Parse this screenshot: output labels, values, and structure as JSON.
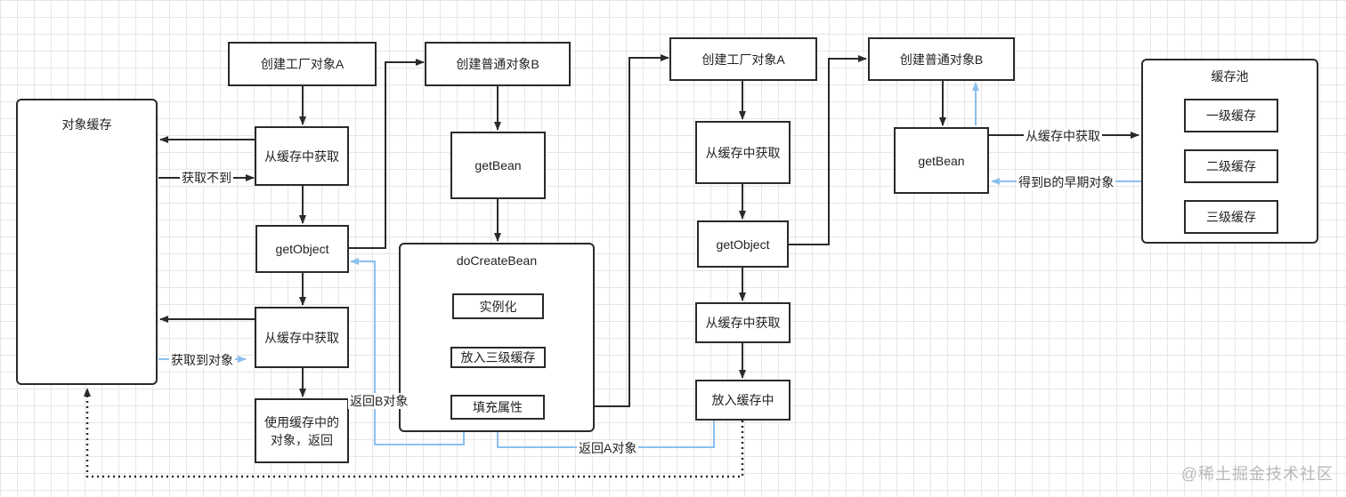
{
  "object_cache": {
    "title": "对象缓存"
  },
  "chain_a": {
    "create_factory_a": "创建工厂对象A",
    "get_from_cache_1": "从缓存中获取",
    "get_object": "getObject",
    "get_from_cache_2": "从缓存中获取",
    "use_cached": "使用缓存中的\n对象，返回"
  },
  "chain_b": {
    "create_normal_b": "创建普通对象B",
    "get_bean": "getBean",
    "do_create_bean": {
      "title": "doCreateBean",
      "instantiate": "实例化",
      "put_level3": "放入三级缓存",
      "fill_props": "填充属性"
    }
  },
  "chain_a2": {
    "create_factory_a": "创建工厂对象A",
    "get_from_cache_1": "从缓存中获取",
    "get_object": "getObject",
    "get_from_cache_2": "从缓存中获取",
    "put_into_cache": "放入缓存中"
  },
  "chain_b2": {
    "create_normal_b": "创建普通对象B",
    "get_bean": "getBean"
  },
  "cache_pool": {
    "title": "缓存池",
    "levels": [
      "一级缓存",
      "二级缓存",
      "三级缓存"
    ]
  },
  "edge_labels": {
    "not_found": "获取不到",
    "found_object": "获取到对象",
    "return_b": "返回B对象",
    "return_a": "返回A对象",
    "get_from_cache": "从缓存中获取",
    "early_b": "得到B的早期对象"
  },
  "watermark": "@稀土掘金技术社区",
  "colors": {
    "line": "#2a2a2a",
    "return_line": "#8cc0ef"
  }
}
